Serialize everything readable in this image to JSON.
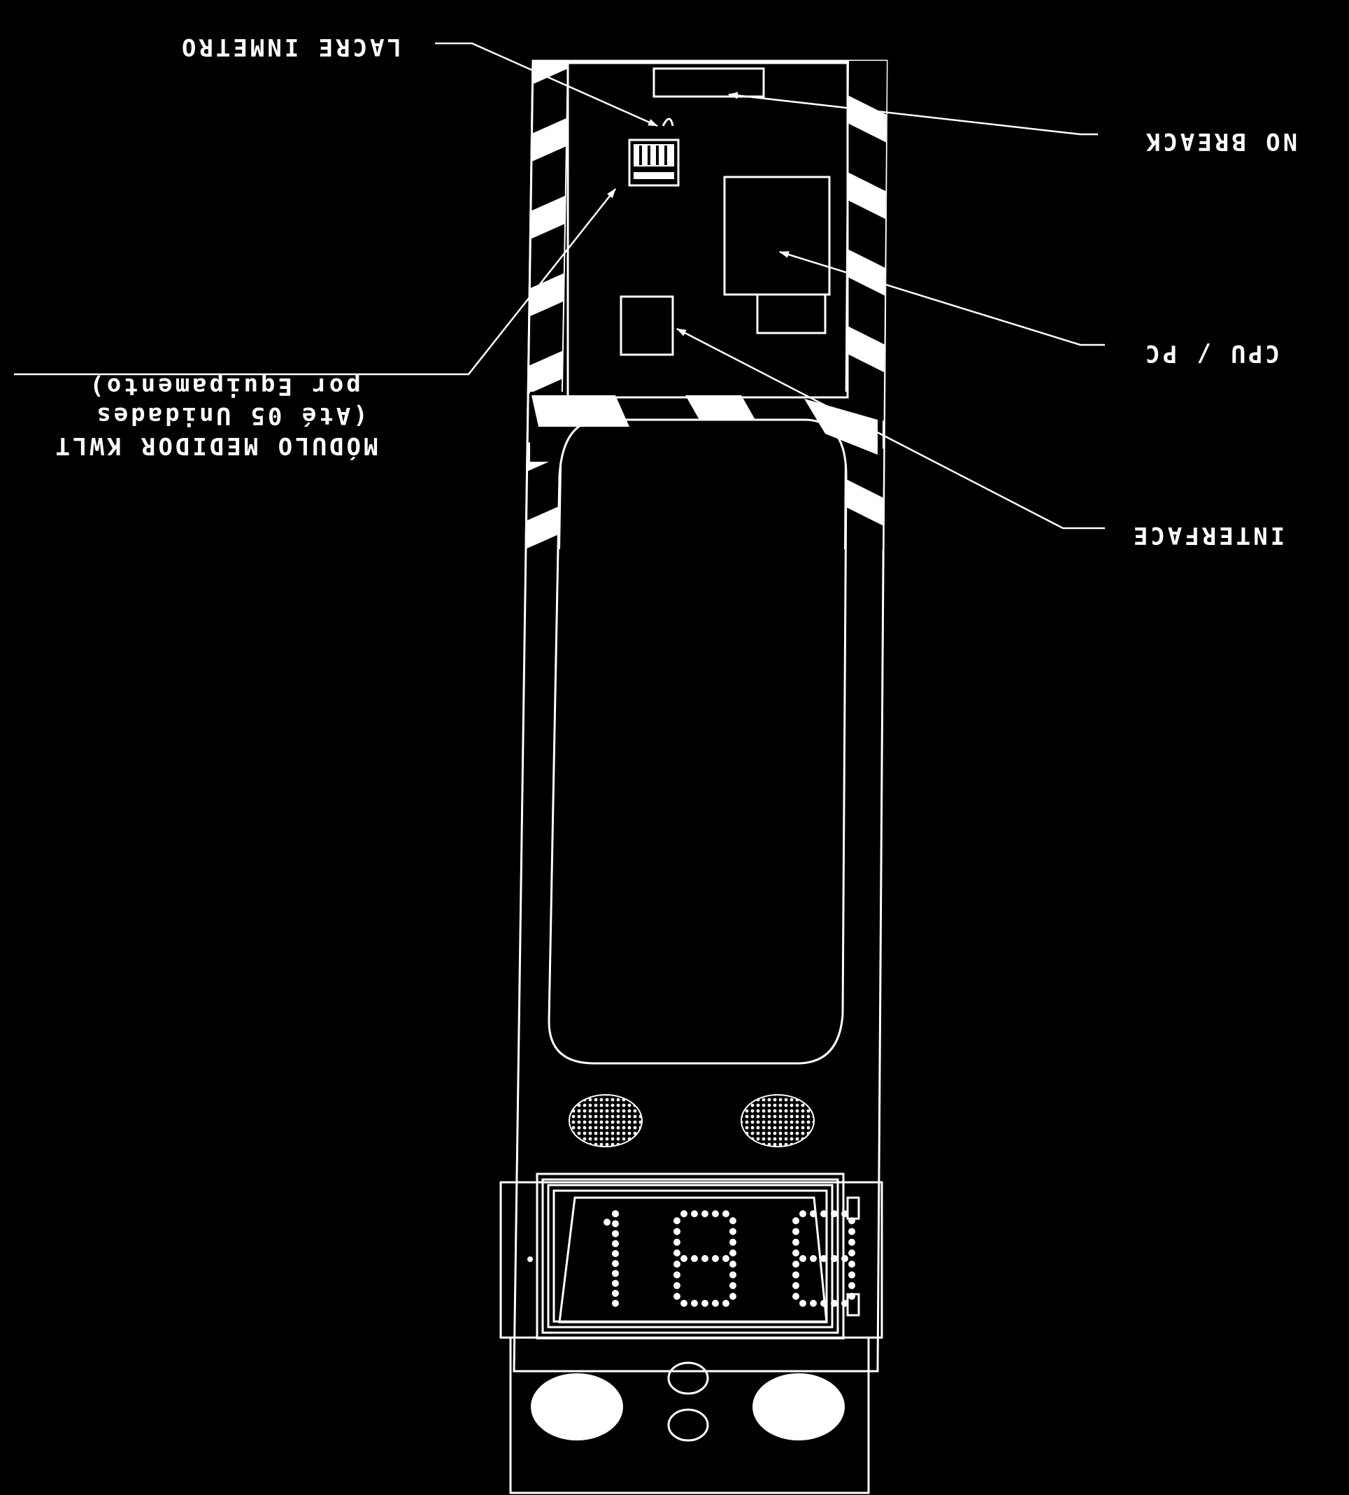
{
  "diagram": {
    "labels": {
      "lacre_inmetro": "LACRE INMETRO",
      "no_break": "NO BREACK",
      "cpu_pc": "CPU / PC",
      "interface": "INTERFACE",
      "modulo_line1": "MÓDULO MEDIDOR KWLT",
      "modulo_line2": "(Até 05 Unidades",
      "modulo_line3": "por Equipamento)"
    },
    "display": {
      "value": "188"
    },
    "colors": {
      "background": "#000000",
      "line": "#ffffff"
    },
    "note": ""
  }
}
